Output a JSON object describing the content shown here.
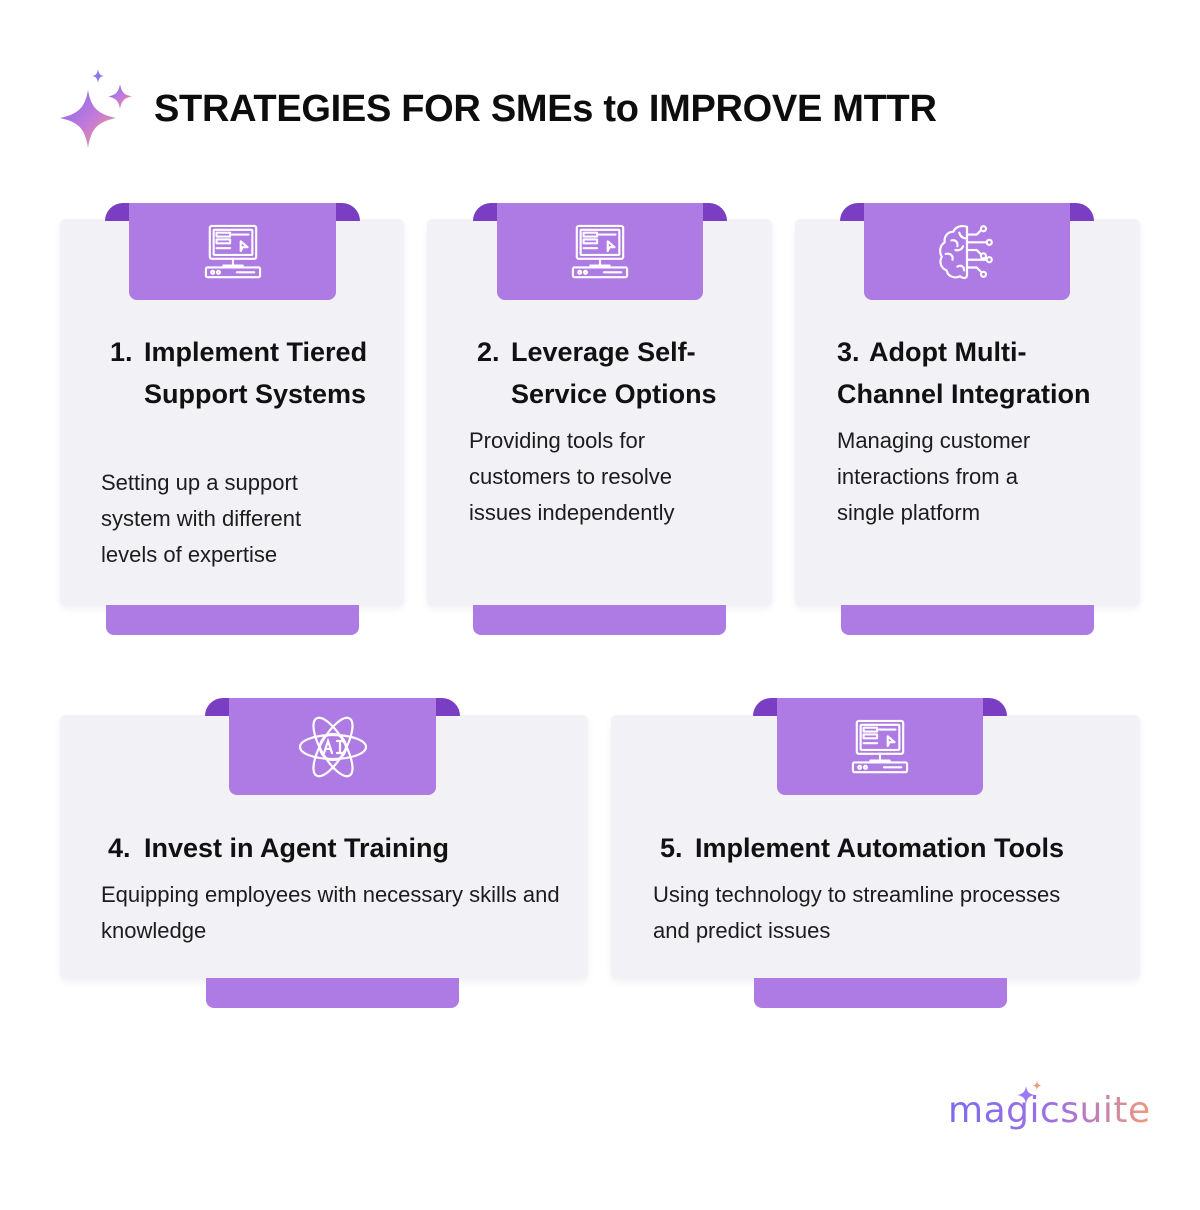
{
  "header": {
    "title": "STRATEGIES FOR SMEs to IMPROVE MTTR",
    "logo_icon": "sparkle-icon"
  },
  "cards": [
    {
      "number": "1.",
      "title": "Implement Tiered Support Systems",
      "description": "Setting up a support system with different levels of expertise",
      "icon": "computer-terminal-icon"
    },
    {
      "number": "2.",
      "title": "Leverage Self-Service Options",
      "description": "Providing tools for customers to resolve issues independently",
      "icon": "computer-terminal-icon"
    },
    {
      "number": "3.",
      "title": "Adopt Multi-Channel Integration",
      "description": "Managing customer interactions from a single platform",
      "icon": "brain-circuit-icon"
    },
    {
      "number": "4.",
      "title": "Invest in Agent Training",
      "description": "Equipping employees with necessary skills and knowledge",
      "icon": "ai-atom-icon"
    },
    {
      "number": "5.",
      "title": "Implement Automation Tools",
      "description": "Using technology to streamline processes and predict issues",
      "icon": "computer-terminal-icon"
    }
  ],
  "footer": {
    "brand": "magicsuite"
  },
  "colors": {
    "accent": "#ae7ae4",
    "accent_dark": "#7a3ec2",
    "card_bg": "#f2f2f6"
  }
}
